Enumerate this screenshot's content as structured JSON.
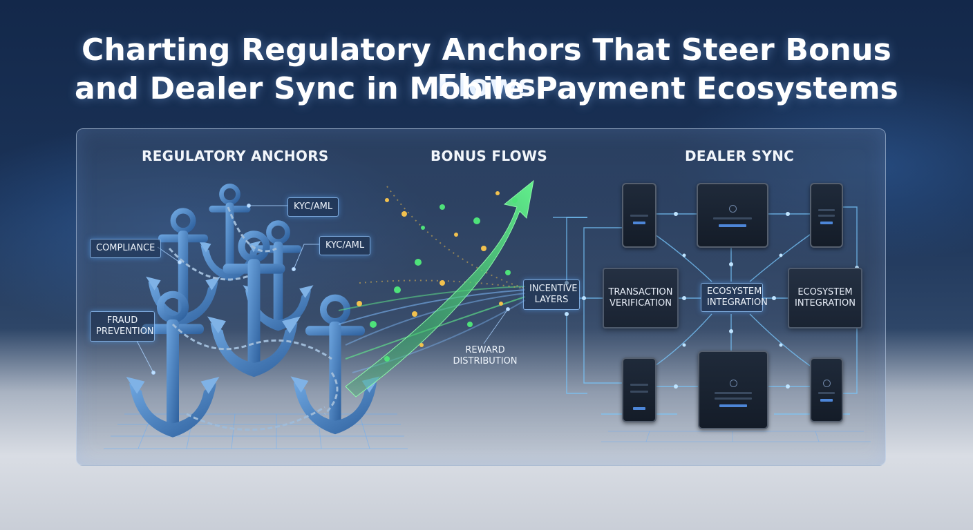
{
  "title": {
    "line1": "Charting Regulatory Anchors That Steer Bonus Flows",
    "line2": "and Dealer Sync in Mobile Payment Ecosystems"
  },
  "sections": {
    "regulatory": "REGULATORY ANCHORS",
    "bonus": "BONUS FLOWS",
    "dealer": "DEALER SYNC"
  },
  "regulatory_labels": {
    "kyc_top": "KYC/AML",
    "kyc_mid": "KYC/AML",
    "compliance": "COMPLIANCE",
    "fraud_line1": "FRAUD",
    "fraud_line2": "PREVENTION"
  },
  "bonus_labels": {
    "incentive_line1": "INCENTIVE",
    "incentive_line2": "LAYERS",
    "reward_line1": "REWARD",
    "reward_line2": "DISTRIBUTION"
  },
  "dealer_labels": {
    "transaction_line1": "TRANSACTION",
    "transaction_line2": "VERIFICATION",
    "eco_center_line1": "ECOSYSTEM",
    "eco_center_line2": "INTEGRATION",
    "eco_right_line1": "ECOSYSTEM",
    "eco_right_line2": "INTEGRATION"
  },
  "colors": {
    "accent_blue": "#5aa8ff",
    "flow_green": "#4ee27a",
    "coin_gold": "#f2c14e",
    "anchor_blue": "#3f78b8"
  }
}
